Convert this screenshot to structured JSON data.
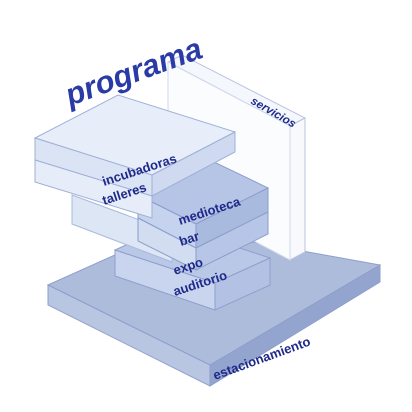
{
  "title": "programa",
  "labels": {
    "servicios": "servicios",
    "incubadoras": "incubadoras",
    "talleres": "talleres",
    "medioteca": "medioteca",
    "bar": "bar",
    "expo": "expo",
    "auditorio": "auditorio",
    "estacionamiento": "estacionamiento"
  },
  "colors": {
    "text": "#1f2a8a",
    "base_top": "#aebcdc",
    "base_side": "#93a5cf",
    "block_light": "#e6edf8",
    "block_mid": "#c9d6ee",
    "block_dark": "#b7c6e6",
    "edge": "#7f92c6"
  }
}
